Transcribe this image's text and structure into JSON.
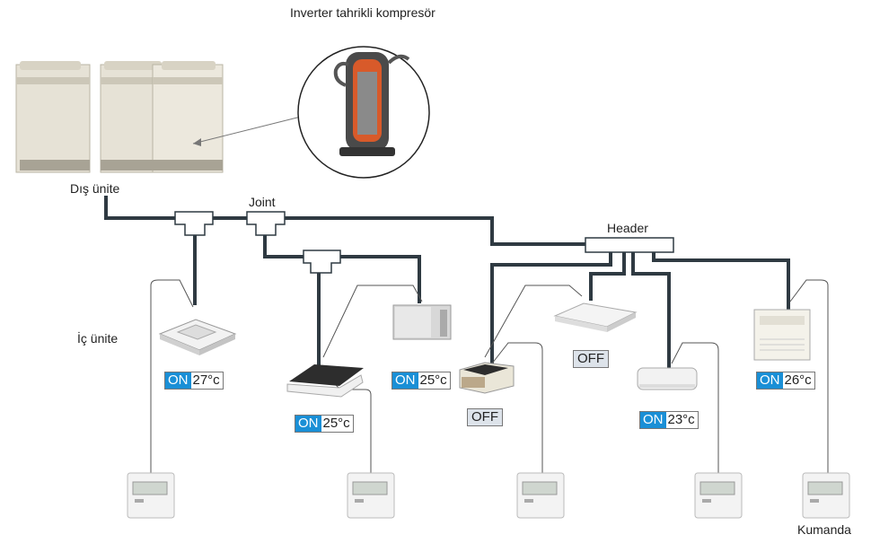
{
  "labels": {
    "compressor": "Inverter tahrikli kompresör",
    "outdoor": "Dış ünite",
    "joint": "Joint",
    "header": "Header",
    "indoor": "İç ünite",
    "remote": "Kumanda"
  },
  "units": [
    {
      "on": "ON",
      "temp": "27°c"
    },
    {
      "on": "ON",
      "temp": "25°c"
    },
    {
      "on": "ON",
      "temp": "25°c"
    },
    {
      "off": "OFF"
    },
    {
      "off": "OFF"
    },
    {
      "on": "ON",
      "temp": "23°c"
    },
    {
      "on": "ON",
      "temp": "26°c"
    }
  ],
  "colors": {
    "pipe": "#2f3a42",
    "on_badge": "#1a8fd6",
    "off_badge": "#dde3ea",
    "unit_body": "#e9e6dc"
  },
  "icons": [
    "outdoor-unit-icon",
    "compressor-icon",
    "cassette-unit-icon",
    "ducted-unit-icon",
    "ceiling-unit-icon",
    "wall-unit-icon",
    "floor-unit-icon",
    "remote-controller-icon"
  ]
}
